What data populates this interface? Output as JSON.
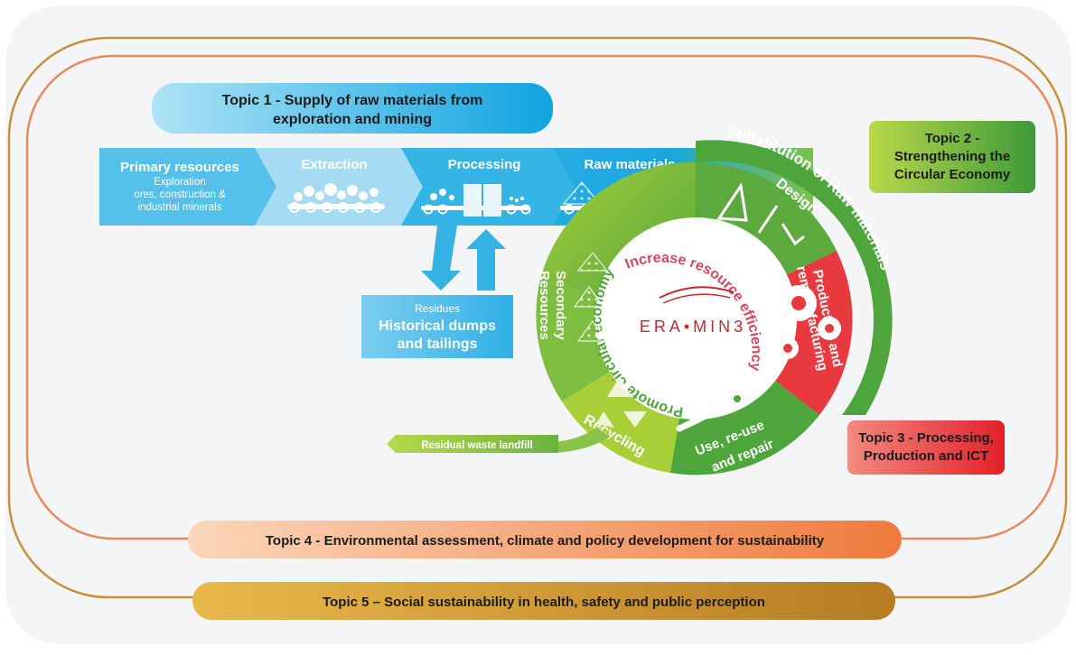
{
  "topics": {
    "topic1": {
      "line1": "Topic 1 - Supply of raw materials from",
      "line2": "exploration and mining"
    },
    "topic2": {
      "line1": "Topic 2 -",
      "line2": "Strengthening the",
      "line3": "Circular Economy"
    },
    "topic3": {
      "line1": "Topic 3 - Processing,",
      "line2": "Production and ICT"
    },
    "topic4": {
      "label": "Topic 4 - Environmental assessment, climate and policy development for sustainability"
    },
    "topic5": {
      "label": "Topic 5 – Social sustainability in health, safety and public perception"
    }
  },
  "value_chain": {
    "primary": {
      "title": "Primary resources",
      "sub1": "Exploration",
      "sub2": "ores, construction &",
      "sub3": "industrial minerals"
    },
    "extraction": "Extraction",
    "processing": "Processing",
    "raw_materials": "Raw materials"
  },
  "residues": {
    "small": "Residues",
    "line1": "Historical dumps",
    "line2": "and tailings"
  },
  "circle": {
    "outer_label": "Substitution of Raw materials",
    "design": "Design",
    "production_line1": "Production and",
    "production_line2": "remanufacturing",
    "use_line1": "Use, re-use",
    "use_line2": "and repair",
    "recycling": "Recycling",
    "secondary_line1": "Secondary",
    "secondary_line2": "Resources",
    "inner_top": "Increase resource efficiency",
    "inner_left": "Promote circular economy",
    "logo": "ERA•MIN3"
  },
  "landfill": "Residual waste landfill",
  "colors": {
    "blue": "#29aee4",
    "green": "#5daf3c",
    "light_green": "#a9cf38",
    "red": "#e8363a",
    "orange": "#ee8a55",
    "gold": "#d7a23a"
  }
}
